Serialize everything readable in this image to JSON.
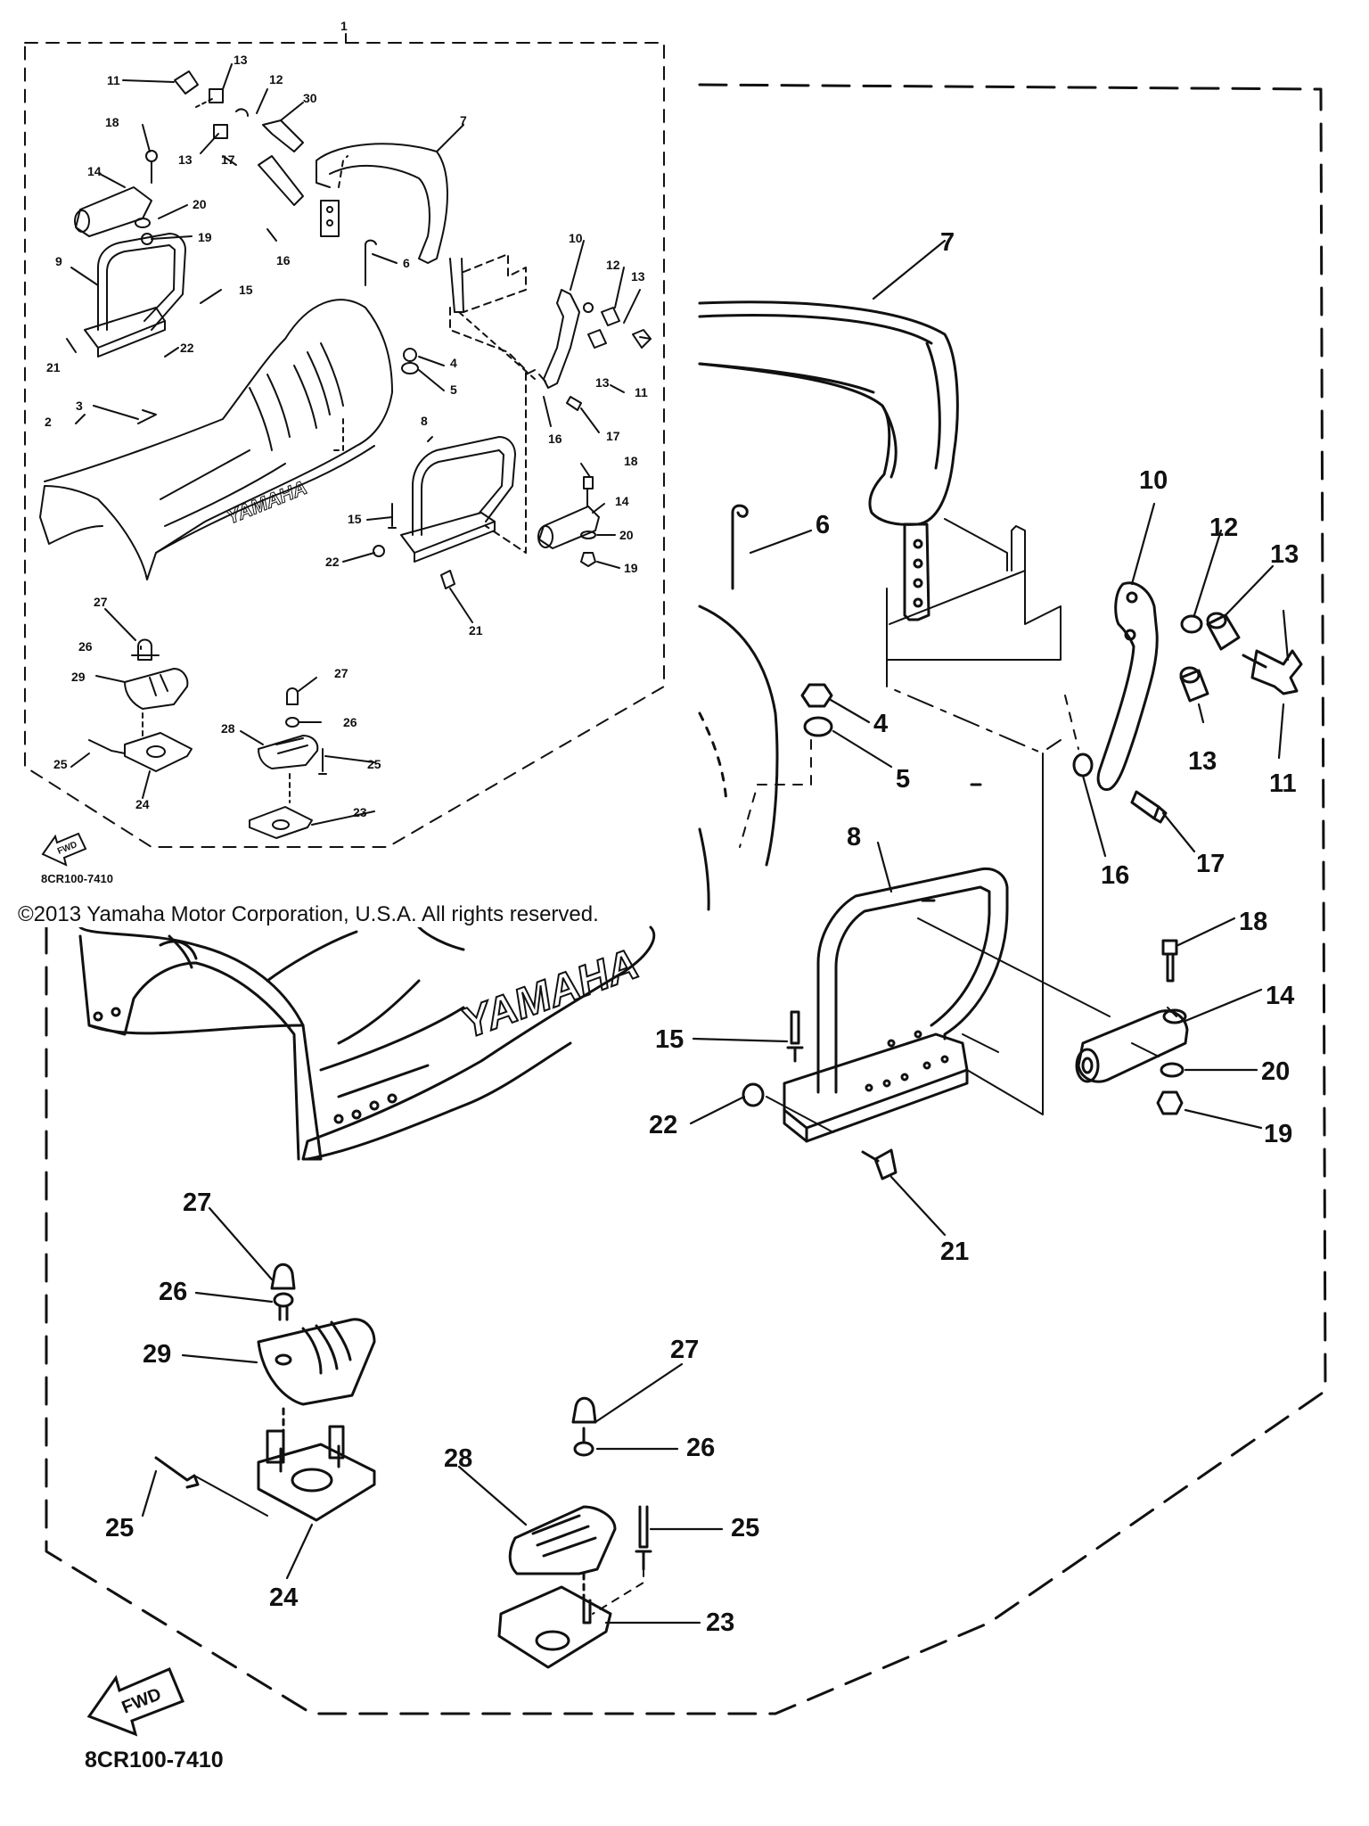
{
  "diagram": {
    "copyright": "©2013 Yamaha Motor Corporation, U.S.A. All rights reserved.",
    "diagram_code_small": "8CR100-7410",
    "diagram_code_large": "8CR100-7410",
    "fwd_label_small": "FWD",
    "fwd_label_large": "FWD",
    "brand_mark_small": "YAMAHA",
    "brand_mark_large": "YAMAHA",
    "colors": {
      "ink": "#111111",
      "background": "#ffffff"
    },
    "large_callouts": [
      "7",
      "10",
      "12",
      "13",
      "13",
      "11",
      "6",
      "4",
      "5",
      "16",
      "17",
      "8",
      "18",
      "14",
      "20",
      "19",
      "15",
      "22",
      "21",
      "27",
      "26",
      "29",
      "25",
      "24",
      "27",
      "26",
      "28",
      "25",
      "23"
    ],
    "small_callouts": [
      "1",
      "11",
      "13",
      "12",
      "30",
      "13",
      "18",
      "17",
      "14",
      "20",
      "19",
      "16",
      "7",
      "6",
      "9",
      "15",
      "10",
      "12",
      "13",
      "21",
      "22",
      "4",
      "5",
      "11",
      "13",
      "2",
      "3",
      "8",
      "16",
      "17",
      "18",
      "14",
      "15",
      "20",
      "22",
      "19",
      "21",
      "27",
      "26",
      "29",
      "27",
      "28",
      "26",
      "25",
      "25",
      "24",
      "23"
    ]
  }
}
